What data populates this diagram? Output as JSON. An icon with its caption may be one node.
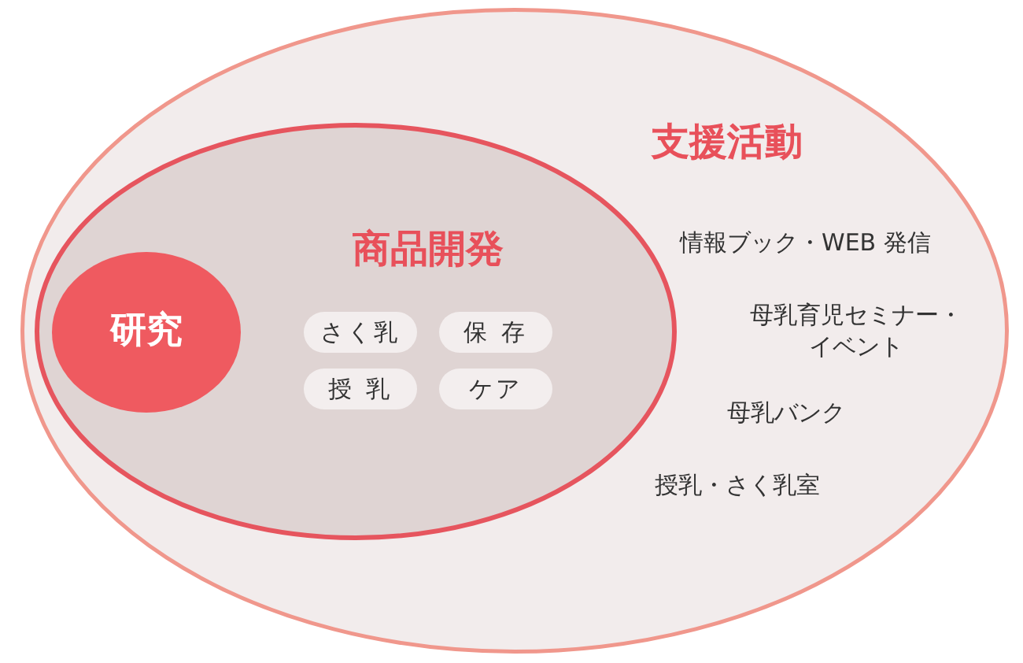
{
  "diagram": {
    "nodes": [
      {
        "text": [
          "支援活動",
          "情報ブック・WEB 発信",
          "母乳育児セミナー・イベント",
          "母乳バンク",
          "授乳・さく乳室"
        ]
      },
      {
        "text": [
          "商品開発"
        ],
        "in": 0
      },
      {
        "text": [
          "研究"
        ],
        "in": 1
      },
      {
        "text": [
          "さく乳"
        ],
        "in": 1
      },
      {
        "text": [
          "保 存"
        ],
        "in": 1
      },
      {
        "text": [
          "授 乳"
        ],
        "in": 1
      },
      {
        "text": [
          "ケア"
        ],
        "in": 1
      }
    ]
  }
}
